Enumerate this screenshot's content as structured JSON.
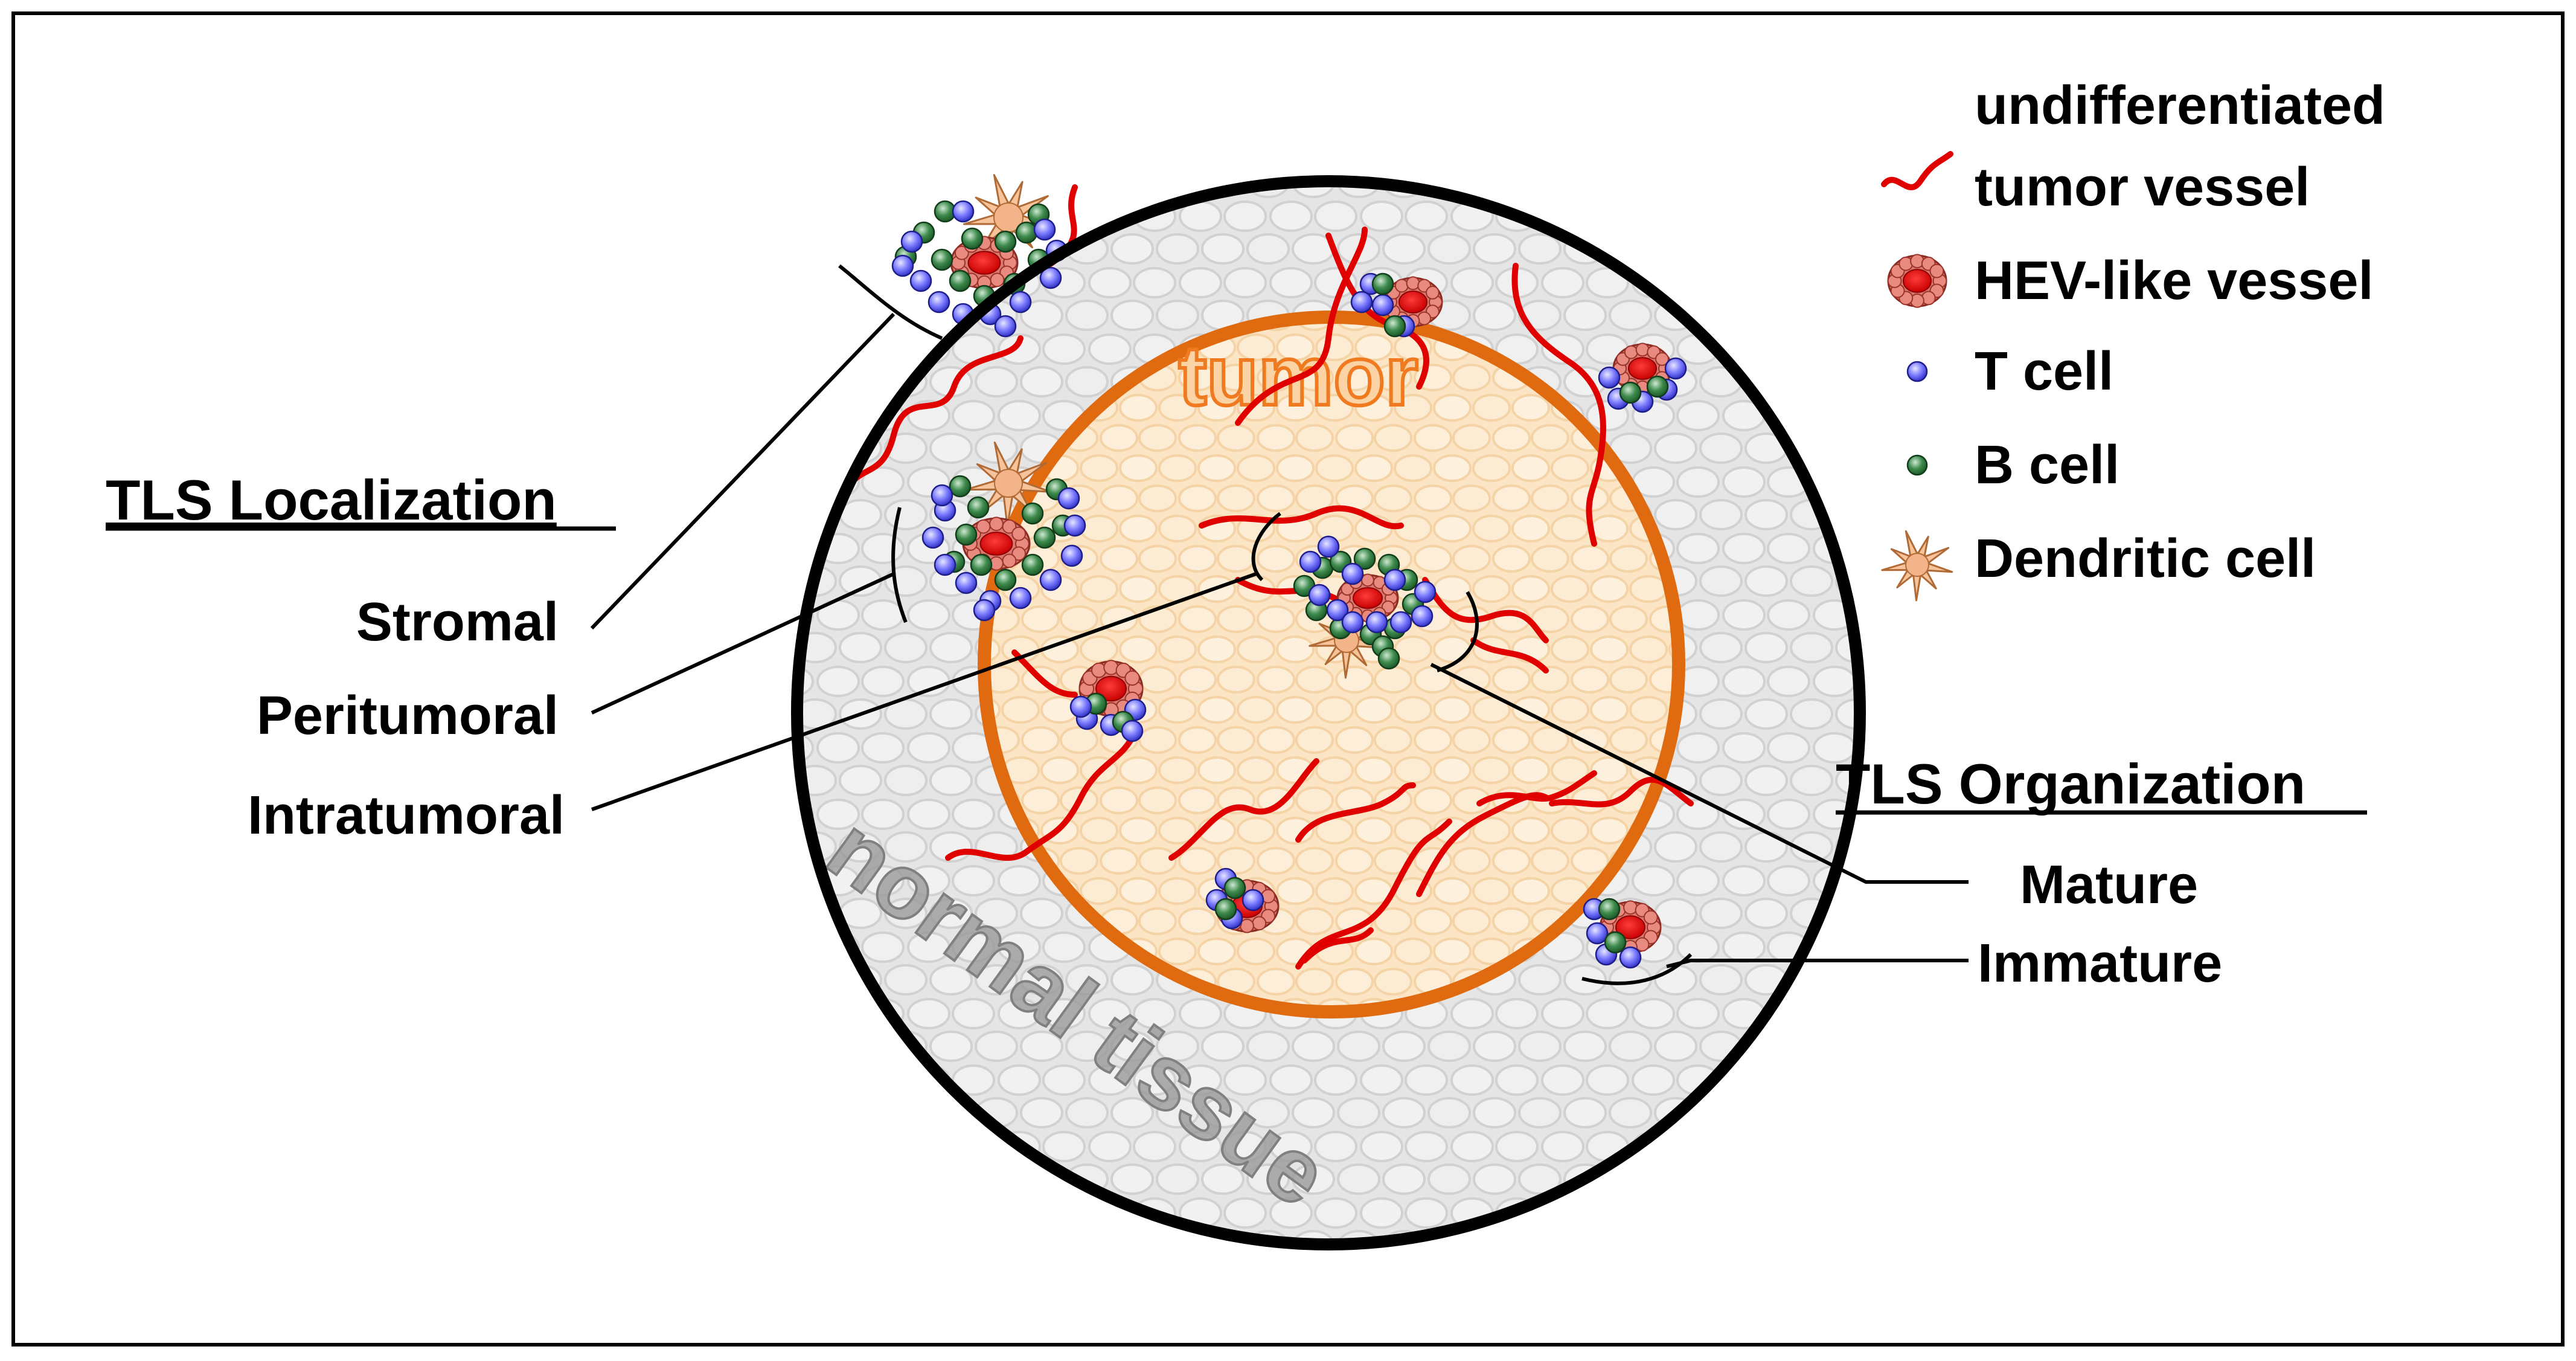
{
  "labels": {
    "tumor": "tumor",
    "normal_tissue": "normal tissue"
  },
  "legend": {
    "vessel_line1": "undifferentiated",
    "vessel_line2": "tumor vessel",
    "hev": "HEV-like vessel",
    "t_cell": "T cell",
    "b_cell": "B cell",
    "dendritic": "Dendritic cell"
  },
  "localization": {
    "heading": "TLS Localization",
    "stromal": "Stromal",
    "peritumoral": "Peritumoral",
    "intratumoral": "Intratumoral"
  },
  "organization": {
    "heading": "TLS Organization",
    "mature": "Mature",
    "immature": "Immature"
  },
  "colors": {
    "vessel": "#e00000",
    "hev": "#d9534f",
    "hev_core": "#e60000",
    "t_cell": "#6b6bff",
    "b_cell": "#2f7a3f",
    "dendritic": "#f3b98b",
    "tumor_ring": "#e06a10",
    "tumor_fill": "#fbd8a8",
    "tissue_fill": "#d9d9d9"
  }
}
